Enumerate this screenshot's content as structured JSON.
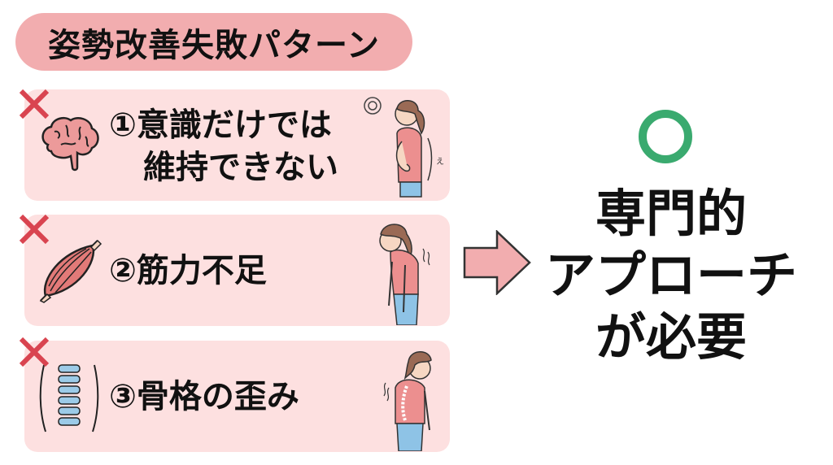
{
  "title": "姿勢改善失敗パターン",
  "colors": {
    "title_bg": "#f2adaf",
    "card_bg": "#fde0e0",
    "x_mark": "#d94450",
    "ok_circle": "#3aaa6f",
    "arrow_fill": "#f2adaf"
  },
  "patterns": [
    {
      "number": "①",
      "line1": "①意識だけでは",
      "line2": "維持できない",
      "icon": "brain-icon",
      "figure": "thinking-woman",
      "status_mark": "×"
    },
    {
      "number": "②",
      "line1": "②筋力不足",
      "icon": "muscle-icon",
      "figure": "slouching-woman",
      "status_mark": "×"
    },
    {
      "number": "③",
      "line1": "③骨格の歪み",
      "icon": "spine-icon",
      "figure": "curved-spine-woman",
      "status_mark": "×"
    }
  ],
  "conclusion": {
    "mark": "○",
    "line1": "専門的",
    "line2": "アプローチ",
    "line3": "が必要"
  },
  "figure_note": "え"
}
